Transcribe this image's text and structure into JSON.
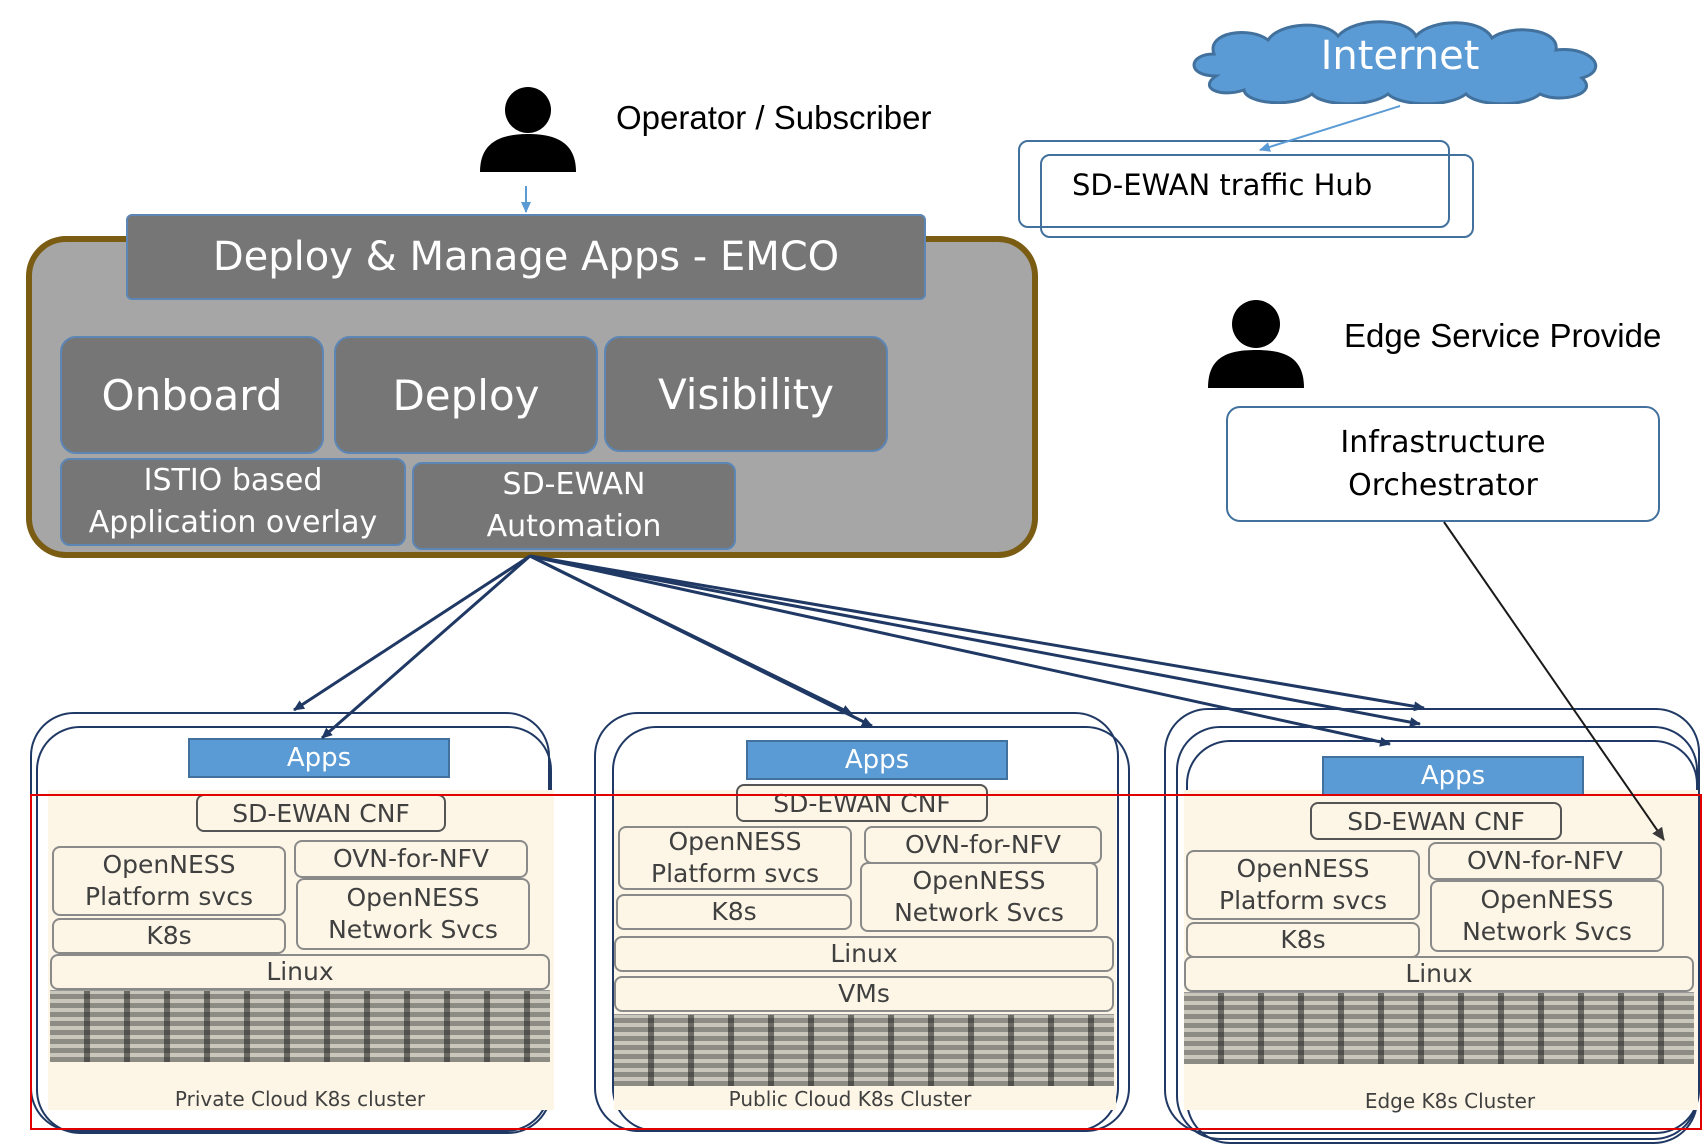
{
  "internet_label": "Internet",
  "operator_label": "Operator / Subscriber",
  "edge_provider_label": "Edge Service Provide",
  "hub_label": "SD-EWAN traffic Hub",
  "infra_orchestrator": {
    "line1": "Infrastructure",
    "line2": "Orchestrator"
  },
  "emco": {
    "title": "Deploy & Manage Apps - EMCO",
    "onboard": "Onboard",
    "deploy": "Deploy",
    "visibility": "Visibility",
    "istio": {
      "line1": "ISTIO based",
      "line2": "Application overlay"
    },
    "sdewan_automation": {
      "line1": "SD-EWAN",
      "line2": "Automation"
    }
  },
  "clusters": [
    {
      "apps": "Apps",
      "cnf": "SD-EWAN CNF",
      "platform": {
        "line1": "OpenNESS",
        "line2": "Platform svcs"
      },
      "ovn": "OVN-for-NFV",
      "network": {
        "line1": "OpenNESS",
        "line2": "Network Svcs"
      },
      "k8s": "K8s",
      "linux": "Linux",
      "label": "Private Cloud K8s cluster"
    },
    {
      "apps": "Apps",
      "cnf": "SD-EWAN CNF",
      "platform": {
        "line1": "OpenNESS",
        "line2": "Platform svcs"
      },
      "ovn": "OVN-for-NFV",
      "network": {
        "line1": "OpenNESS",
        "line2": "Network Svcs"
      },
      "k8s": "K8s",
      "linux": "Linux",
      "vms": "VMs",
      "label": "Public Cloud K8s Cluster"
    },
    {
      "apps": "Apps",
      "cnf": "SD-EWAN CNF",
      "platform": {
        "line1": "OpenNESS",
        "line2": "Platform svcs"
      },
      "ovn": "OVN-for-NFV",
      "network": {
        "line1": "OpenNESS",
        "line2": "Network Svcs"
      },
      "k8s": "K8s",
      "linux": "Linux",
      "label": "Edge K8s Cluster"
    }
  ],
  "colors": {
    "emco_border": "#7a5c12",
    "emco_fill": "#a6a6a6",
    "dark_box": "#767676",
    "accent_blue": "#5b9bd5",
    "cloud_fill": "#5b9bd5",
    "arrow_navy": "#1f3864",
    "highlight_red": "#e00000",
    "cluster_fill": "#fdf6e6"
  },
  "icons": [
    "person-icon",
    "cloud-icon"
  ]
}
